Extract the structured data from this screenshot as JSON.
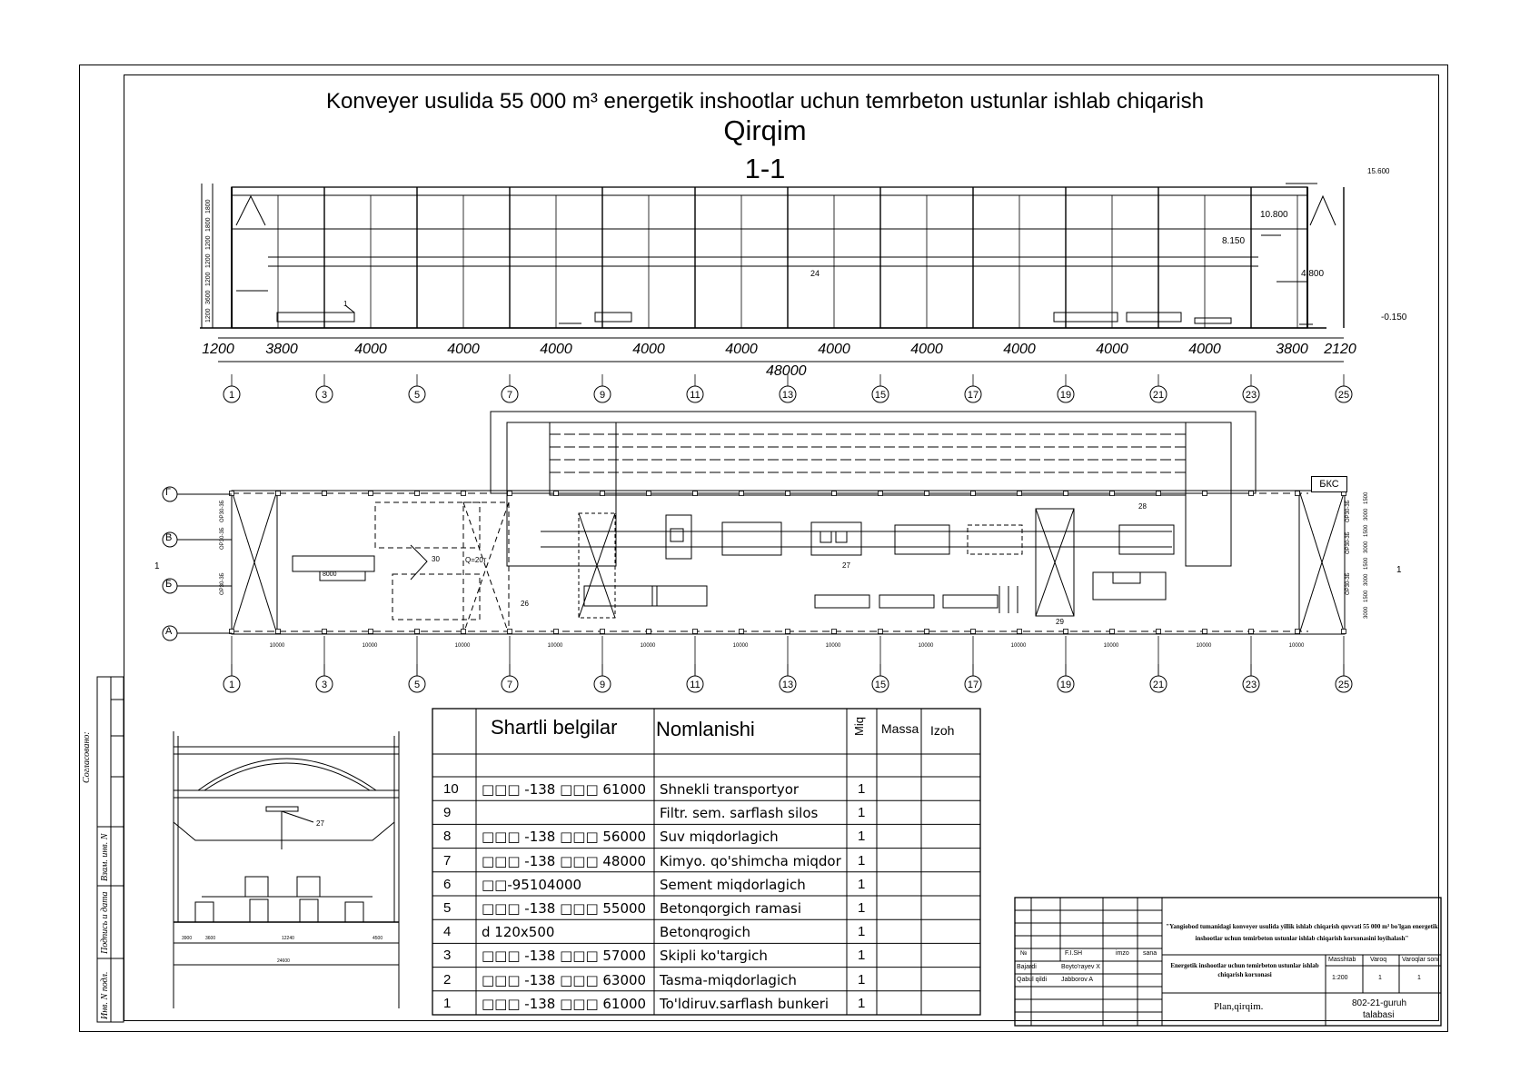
{
  "title": {
    "line1": "Konveyer usulida  55 000 m³  energetik inshootlar uchun temrbeton ustunlar ishlab chiqarish",
    "line2": "Qirqim",
    "line3": "1-1"
  },
  "section": {
    "dimensions_top": [
      "1200",
      "3800",
      "4000",
      "4000",
      "4000",
      "4000",
      "4000",
      "4000",
      "4000",
      "4000",
      "4000",
      "4000",
      "3800",
      "2120"
    ],
    "total_length": "48000",
    "elevations": [
      "15.600",
      "10.800",
      "8.150",
      "4.800",
      "-0.150"
    ],
    "callouts": [
      "1",
      "24"
    ],
    "left_dims": [
      "1800",
      "1800",
      "1200",
      "1200",
      "1200",
      "3600",
      "1200"
    ]
  },
  "axes_numbers": [
    "1",
    "3",
    "5",
    "7",
    "9",
    "11",
    "13",
    "15",
    "17",
    "19",
    "21",
    "23",
    "25"
  ],
  "plan": {
    "row_labels": [
      "Г",
      "В",
      "Б",
      "А"
    ],
    "marker_label": "1",
    "bks_label": "БКС",
    "bottom_dims": [
      "10000",
      "10000",
      "10000",
      "10000",
      "10000",
      "10000",
      "10000",
      "10000",
      "10000",
      "10000",
      "10000",
      "10000"
    ],
    "callouts": [
      "30",
      "26",
      "27",
      "28",
      "29"
    ],
    "crane_label": "Q=20т",
    "rect_label": "8000",
    "ventilation": [
      "ОР30-3Б",
      "ОР30-3Б",
      "ОР30-3Б",
      "ОР30-3Б",
      "ОР30-3Б",
      "ОР30-3Б"
    ],
    "right_dims": [
      "1500",
      "3000",
      "1500",
      "3000",
      "1500",
      "3000",
      "1500",
      "3000"
    ]
  },
  "cross_section": {
    "callout": "27",
    "dims": [
      "3900",
      "3600",
      "12240",
      "4500",
      "24600"
    ]
  },
  "legend": {
    "headers": {
      "symbol": "Shartli belgilar",
      "name": "Nomlanishi",
      "qty": "Miq",
      "mass": "Massa",
      "note": "Izoh"
    },
    "rows": [
      {
        "num": "10",
        "code": "-138",
        "code2": "61000",
        "name": "Shnekli transportyor",
        "qty": "1"
      },
      {
        "num": "9",
        "code": "",
        "code2": "",
        "name": "Filtr. sem. sarflash silos",
        "qty": "1"
      },
      {
        "num": "8",
        "code": "-138",
        "code2": "56000",
        "name": "Suv miqdorlagich",
        "qty": "1"
      },
      {
        "num": "7",
        "code": "-138",
        "code2": "48000",
        "name": "Kimyo. qo'shimcha miqdor",
        "qty": "1"
      },
      {
        "num": "6",
        "code": "-95104000",
        "code2": "",
        "name": "Sement miqdorlagich",
        "qty": "1"
      },
      {
        "num": "5",
        "code": "-138",
        "code2": "55000",
        "name": "Betonqorgich ramasi",
        "qty": "1"
      },
      {
        "num": "4",
        "code": "d 120x500",
        "code2": "",
        "name": "Betonqrogich",
        "qty": "1"
      },
      {
        "num": "3",
        "code": "-138",
        "code2": "57000",
        "name": "Skipli ko'targich",
        "qty": "1"
      },
      {
        "num": "2",
        "code": "-138",
        "code2": "63000",
        "name": "Tasma-miqdorlagich",
        "qty": "1"
      },
      {
        "num": "1",
        "code": "-138",
        "code2": "61000",
        "name": "To'ldiruv.sarflash bunkeri",
        "qty": "1"
      }
    ]
  },
  "side_stamp": {
    "agreed": "Согласовано:",
    "inv_exchange": "Взам. инв. N",
    "sign_date": "Подпись и дата",
    "inv_orig": "Инв. N подл."
  },
  "title_block": {
    "heading": "\"Yangiobod tumanidagi konveyer usulida yillik ishlab chiqarish quvvati 55 000 m³ bo'lgan energetik inshootlar uchun temirbeton ustunlar ishlab chiqarish korxonasini loyihalash\"",
    "col_no": "№",
    "col_fish": "F.I.SH",
    "col_imzo": "imzo",
    "col_sana": "sana",
    "bajardi": "Bajardi",
    "bajardi_name": "Boyto'rayev X",
    "qabul": "Qabul qildi",
    "qabul_name": "Jabborov A",
    "subject": "Energetik inshootlar uchun temirbeton ustunlar ishlab chiqarish korxonasi",
    "masshtab_label": "Masshtab",
    "varoq_label": "Varoq",
    "varoqlar_label": "Varoqlar soni",
    "masshtab": "1:200",
    "varoq": "1",
    "varoqlar": "1",
    "sheet_name": "Plan,qirqim.",
    "group": "802-21-guruh",
    "student": "talabasi"
  }
}
